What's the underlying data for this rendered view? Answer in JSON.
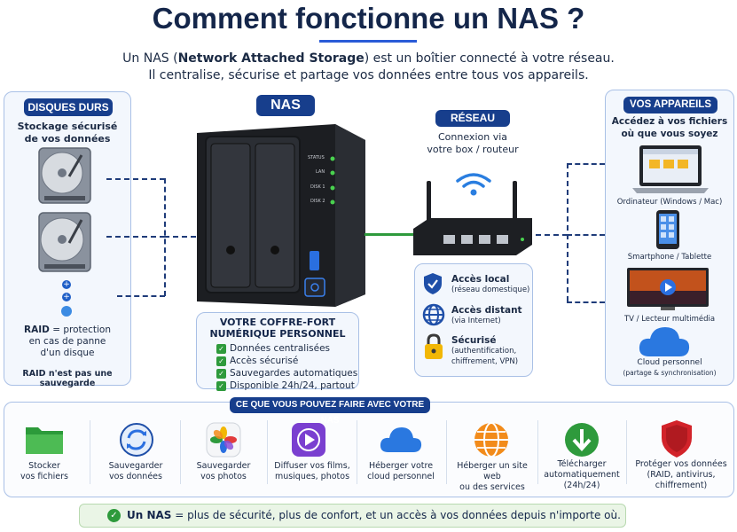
{
  "header": {
    "title": "Comment fonctionne un NAS ?",
    "subtitle_pre": "Un NAS (",
    "subtitle_bold": "Network Attached Storage",
    "subtitle_post": ") est un boîtier connecté à votre réseau.",
    "subtitle_line2": "Il centralise, sécurise et partage vos données entre tous vos appareils."
  },
  "disks": {
    "badge": "DISQUES DURS",
    "desc_line1": "Stockage sécurisé",
    "desc_line2": "de vos données",
    "raid_bold": "RAID",
    "raid_text": " = protection",
    "raid_line2": "en cas de panne",
    "raid_line3": "d'un disque",
    "warning": "RAID n'est pas une sauvegarde"
  },
  "nas": {
    "badge": "NAS",
    "indicators": [
      "STATUS",
      "LAN",
      "DISK 1",
      "DISK 2"
    ],
    "vault_line1": "VOTRE COFFRE-FORT",
    "vault_line2": "NUMÉRIQUE PERSONNEL",
    "features": [
      "Données centralisées",
      "Accès sécurisé",
      "Sauvegardes automatiques",
      "Disponible 24h/24, partout"
    ]
  },
  "network": {
    "badge": "RÉSEAU",
    "desc_line1": "Connexion via",
    "desc_line2": "votre box / routeur",
    "items": [
      {
        "title": "Accès local",
        "sub1": "(réseau domestique)",
        "sub2": ""
      },
      {
        "title": "Accès distant",
        "sub1": "(via Internet)",
        "sub2": ""
      },
      {
        "title": "Sécurisé",
        "sub1": "(authentification,",
        "sub2": "chiffrement, VPN)"
      }
    ]
  },
  "devices": {
    "badge": "VOS APPAREILS",
    "desc_line1": "Accédez à vos fichiers",
    "desc_line2": "où que vous soyez",
    "computer": "Ordinateur (Windows / Mac)",
    "phone": "Smartphone / Tablette",
    "tv": "TV / Lecteur multimédia",
    "cloud": "Cloud personnel",
    "cloud_sub": "(partage & synchronisation)"
  },
  "uses": {
    "badge": "CE QUE VOUS POUVEZ FAIRE AVEC VOTRE NAS",
    "items": [
      {
        "l1": "Stocker",
        "l2": "vos fichiers",
        "l3": ""
      },
      {
        "l1": "Sauvegarder",
        "l2": "vos données",
        "l3": ""
      },
      {
        "l1": "Sauvegarder",
        "l2": "vos photos",
        "l3": ""
      },
      {
        "l1": "Diffuser vos films,",
        "l2": "musiques, photos",
        "l3": ""
      },
      {
        "l1": "Héberger votre",
        "l2": "cloud personnel",
        "l3": ""
      },
      {
        "l1": "Héberger un site web",
        "l2": "ou des services",
        "l3": ""
      },
      {
        "l1": "Télécharger",
        "l2": "automatiquement",
        "l3": "(24h/24)"
      },
      {
        "l1": "Protéger vos données",
        "l2": "(RAID, antivirus,",
        "l3": "chiffrement)"
      }
    ]
  },
  "footer": {
    "bold": "Un NAS",
    "text": " = plus de sécurité, plus de confort, et un accès à vos données depuis n'importe où."
  }
}
